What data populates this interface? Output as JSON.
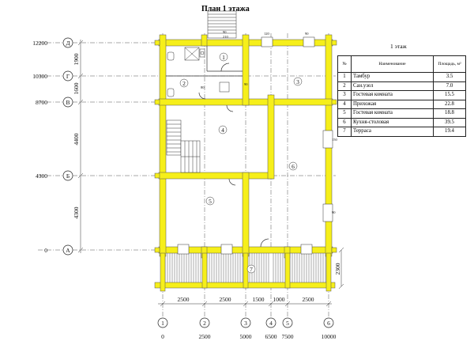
{
  "title": "План 1 этажа",
  "legend": {
    "title": "1 этаж",
    "headers": {
      "num": "№",
      "name": "Наименование",
      "area": "Площадь, м²"
    },
    "rows": [
      {
        "num": "1",
        "name": "Тамбур",
        "area": "3.5"
      },
      {
        "num": "2",
        "name": "Сан.узел",
        "area": "7.0"
      },
      {
        "num": "3",
        "name": "Гостевая комната",
        "area": "15.5"
      },
      {
        "num": "4",
        "name": "Прихожая",
        "area": "22.8"
      },
      {
        "num": "5",
        "name": "Гостевая комната",
        "area": "18.8"
      },
      {
        "num": "6",
        "name": "Кухня-столовая",
        "area": "39.5"
      },
      {
        "num": "7",
        "name": "Терраса",
        "area": "19.4"
      }
    ]
  },
  "axes_rows": [
    {
      "letter": "Д",
      "elev": "12200"
    },
    {
      "letter": "Г",
      "elev": "10300"
    },
    {
      "letter": "В",
      "elev": "8700"
    },
    {
      "letter": "Б",
      "elev": "4300"
    },
    {
      "letter": "А",
      "elev": "0"
    }
  ],
  "row_spacings": [
    "1900",
    "1600",
    "4400",
    "4300"
  ],
  "axes_cols": [
    {
      "num": "1",
      "coord": "0"
    },
    {
      "num": "2",
      "coord": "2500"
    },
    {
      "num": "3",
      "coord": "5000"
    },
    {
      "num": "4",
      "coord": "6500"
    },
    {
      "num": "5",
      "coord": "7500"
    },
    {
      "num": "6",
      "coord": "10000"
    }
  ],
  "col_spacings": [
    "2500",
    "2500",
    "1500",
    "1000",
    "2500"
  ],
  "terrace_depth": "2300",
  "rooms": [
    "1",
    "2",
    "3",
    "4",
    "5",
    "6",
    "7"
  ],
  "window_labels": [
    "120",
    "90",
    "150",
    "90"
  ],
  "door_labels": [
    "90",
    "210",
    "80",
    "90"
  ],
  "colors": {
    "wall": "#f6ef1a",
    "wall_stroke": "#555555",
    "grid": "#444444"
  }
}
